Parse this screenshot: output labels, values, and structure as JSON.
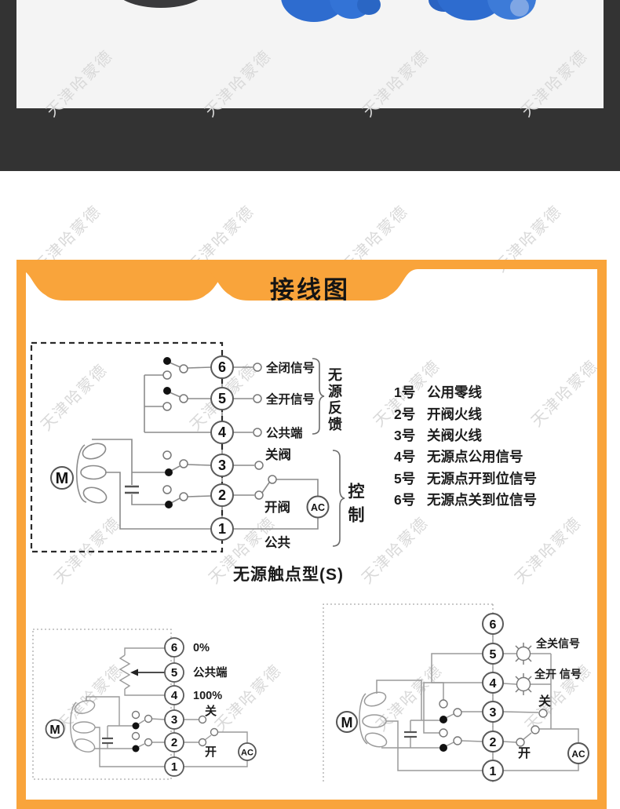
{
  "watermark": {
    "text": "天津哈蒙德"
  },
  "colors": {
    "accent_orange": "#F9A43B",
    "dark_band": "#333333",
    "photo_background": "#f4f4f4",
    "wire_gray": "#8b8b8b",
    "product_blue": "#2e6ccf"
  },
  "banner": {
    "title": "接线图"
  },
  "top_diagram": {
    "motor": "M",
    "ac": "AC",
    "terminals": [
      "6",
      "5",
      "4",
      "3",
      "2",
      "1"
    ],
    "t6_label": "全闭信号",
    "t5_label": "全开信号",
    "t4_label": "公共端",
    "t3_label": "关阀",
    "t2_label": "开阀",
    "t1_label": "公共",
    "feedback_brace": "无源反馈",
    "control_brace": "控制"
  },
  "terminal_list": {
    "items": [
      {
        "num": "1号",
        "desc": "公用零线"
      },
      {
        "num": "2号",
        "desc": "开阀火线"
      },
      {
        "num": "3号",
        "desc": "关阀火线"
      },
      {
        "num": "4号",
        "desc": "无源点公用信号"
      },
      {
        "num": "5号",
        "desc": "无源点开到位信号"
      },
      {
        "num": "6号",
        "desc": "无源点关到位信号"
      }
    ]
  },
  "caption": "无源触点型(S)",
  "bottom_left_diagram": {
    "motor": "M",
    "ac": "AC",
    "terminals": [
      "6",
      "5",
      "4",
      "3",
      "2",
      "1"
    ],
    "t6_label": "0%",
    "t5_label": "公共端",
    "t4_label": "100%",
    "t3_label": "关",
    "t2_label": "开"
  },
  "bottom_right_diagram": {
    "motor": "M",
    "ac": "AC",
    "terminals": [
      "6",
      "5",
      "4",
      "3",
      "2",
      "1"
    ],
    "t5_label": "全关信号",
    "t4_label": "全开 信号",
    "t3_label": "关",
    "t2_label": "开"
  }
}
